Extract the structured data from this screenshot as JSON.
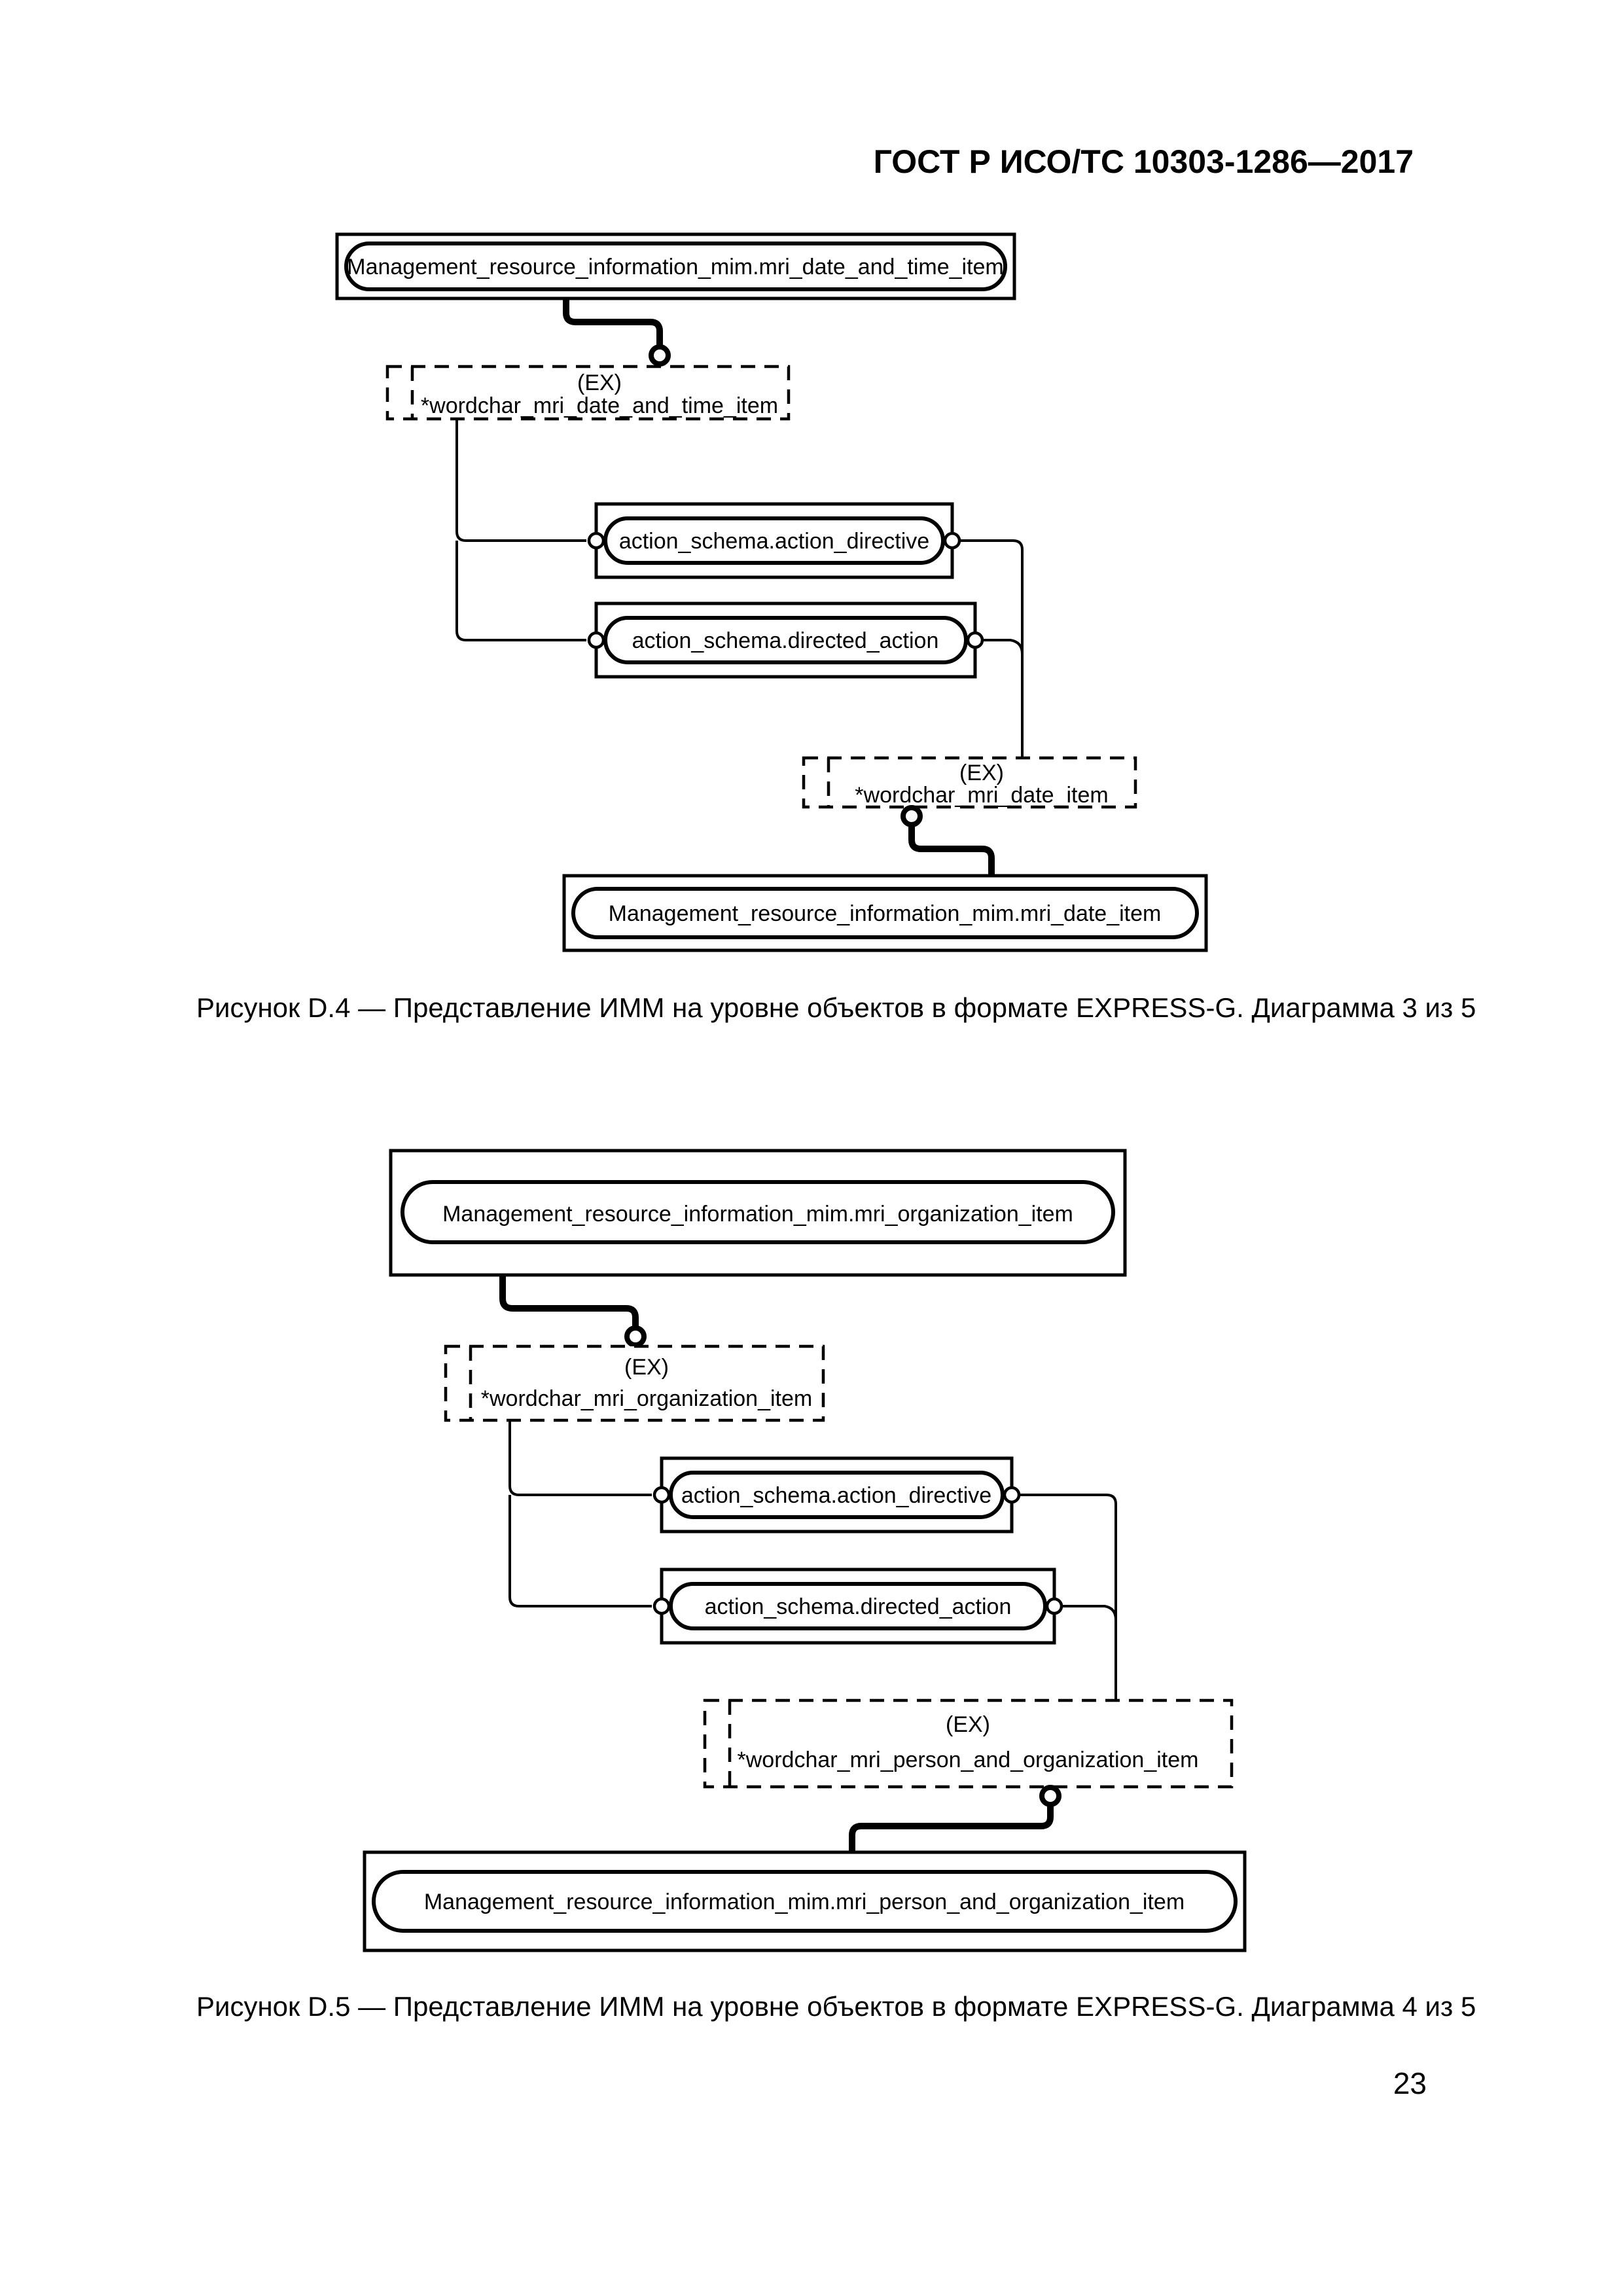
{
  "header": {
    "title": "ГОСТ Р ИСО/ТС 10303-1286—2017"
  },
  "footer": {
    "page_number": "23"
  },
  "colors": {
    "ink": "#000000",
    "paper": "#ffffff"
  },
  "figure_d4": {
    "caption": "Рисунок D.4 — Представление ИММ на уровне объектов в формате EXPRESS-G. Диаграмма 3 из 5",
    "nodes": {
      "top_entity": "Management_resource_information_mim.mri_date_and_time_item",
      "ex_top": {
        "line1": "(EX)",
        "line2": "*wordchar_mri_date_and_time_item"
      },
      "action_directive": "action_schema.action_directive",
      "directed_action": "action_schema.directed_action",
      "ex_bottom": {
        "line1": "(EX)",
        "line2": "*wordchar_mri_date_item"
      },
      "bottom_entity": "Management_resource_information_mim.mri_date_item"
    }
  },
  "figure_d5": {
    "caption": "Рисунок D.5 — Представление ИММ на уровне объектов в формате EXPRESS-G. Диаграмма 4 из 5",
    "nodes": {
      "top_entity": "Management_resource_information_mim.mri_organization_item",
      "ex_top": {
        "line1": "(EX)",
        "line2": "*wordchar_mri_organization_item"
      },
      "action_directive": "action_schema.action_directive",
      "directed_action": "action_schema.directed_action",
      "ex_bottom": {
        "line1": "(EX)",
        "line2": "*wordchar_mri_person_and_organization_item"
      },
      "bottom_entity": "Management_resource_information_mim.mri_person_and_organization_item"
    }
  }
}
